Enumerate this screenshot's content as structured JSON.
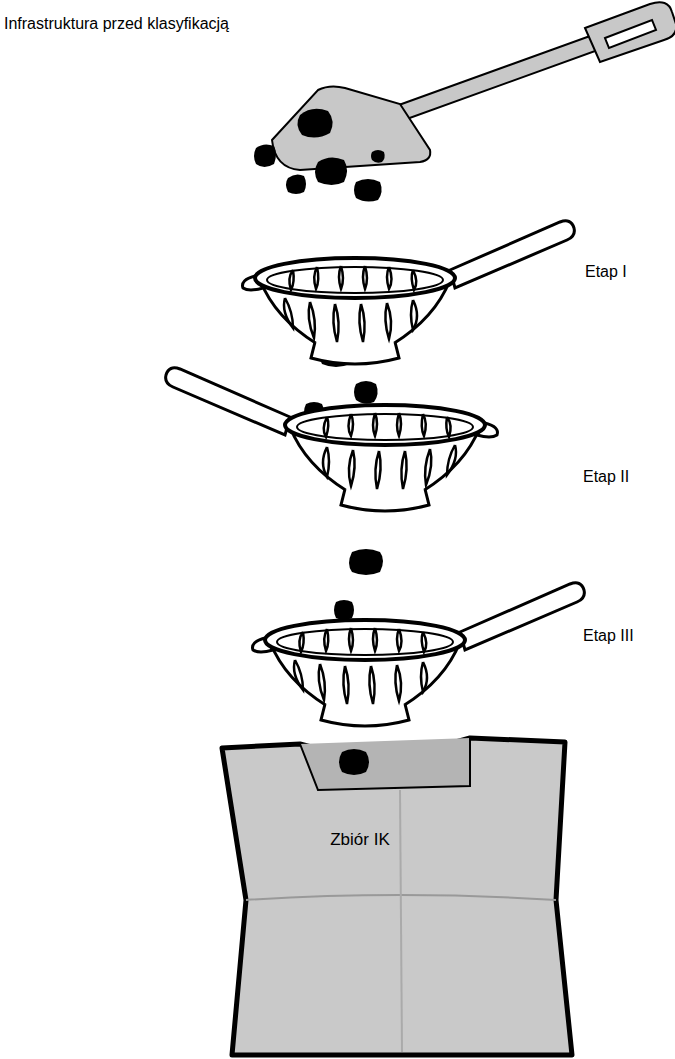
{
  "diagram": {
    "nodes": [
      {
        "text": [
          "Zbiór IK"
        ]
      }
    ],
    "labels": [
      "Infrastruktura przed klasyfikacją",
      "Etap I",
      "Etap II",
      "Etap III"
    ]
  }
}
